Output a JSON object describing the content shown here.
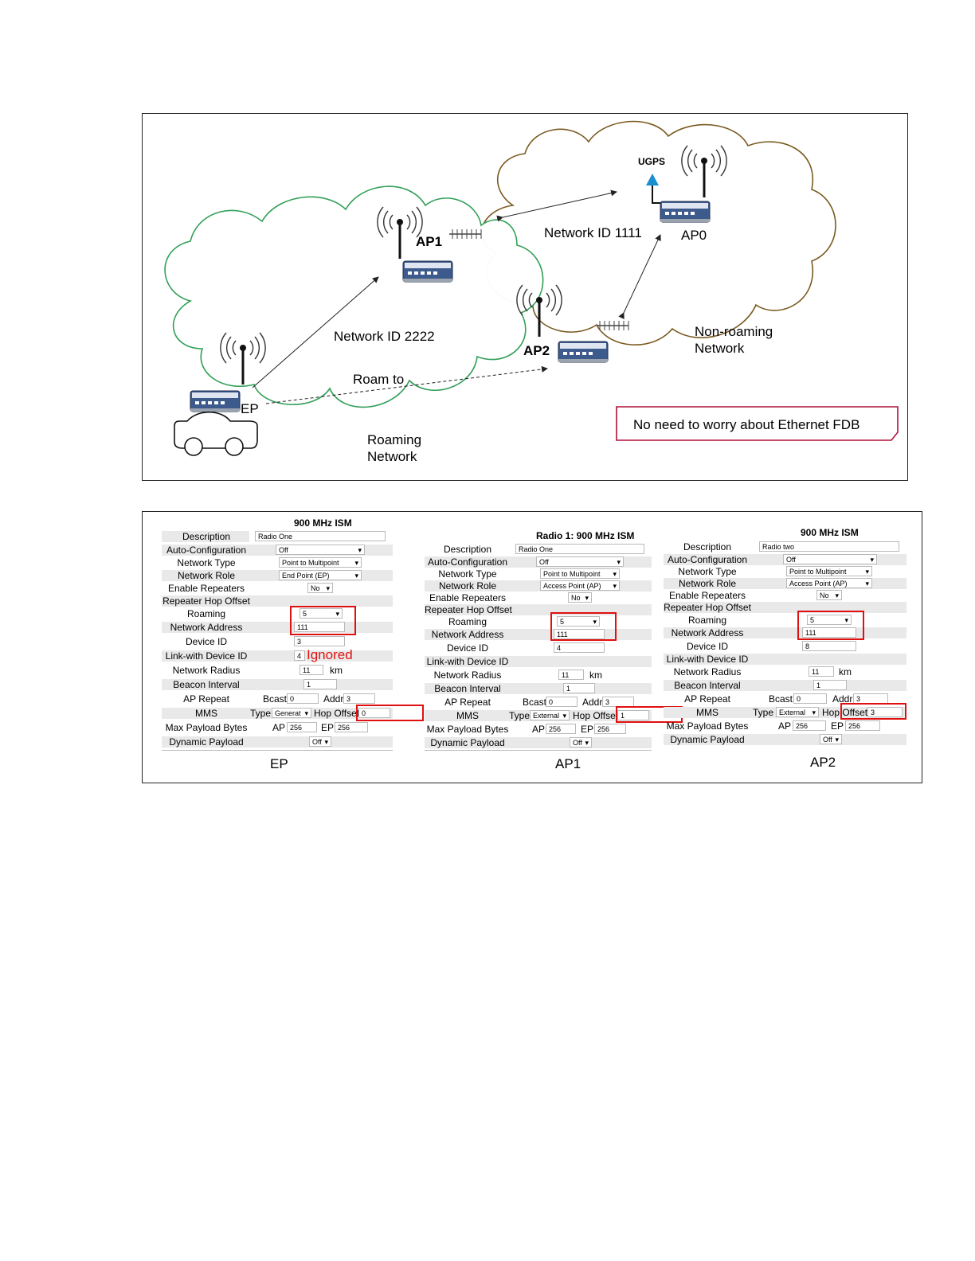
{
  "diagram": {
    "labels": {
      "ugps": "UGPS",
      "ap0": "AP0",
      "ap1": "AP1",
      "ap2": "AP2",
      "ep": "EP",
      "network_1111": "Network ID 1111",
      "network_2222": "Network ID 2222",
      "roam_to": "Roam to",
      "roaming_network_1": "Roaming",
      "roaming_network_2": "Network",
      "non_roaming_1": "Non-roaming",
      "non_roaming_2": "Network",
      "note": "No need to worry about Ethernet FDB"
    },
    "colors": {
      "roaming_cloud": "#2e9e55",
      "non_roaming_cloud": "#7a5a20",
      "note_border": "#b0103a",
      "ugps": "#1a8fd0"
    }
  },
  "panels": [
    {
      "id": "ep",
      "title": "900 MHz ISM",
      "caption": "EP",
      "labels": {
        "description": "Description",
        "auto_config": "Auto-Configuration",
        "network_type": "Network Type",
        "network_role": "Network Role",
        "enable_repeaters": "Enable Repeaters",
        "repeater_hop_offset": "Repeater Hop Offset",
        "roaming": "Roaming",
        "network_address": "Network Address",
        "device_id": "Device ID",
        "link_with_device_id": "Link-with Device ID",
        "network_radius": "Network Radius",
        "beacon_interval": "Beacon Interval",
        "ap_repeat": "AP Repeat",
        "mms": "MMS",
        "max_payload_bytes": "Max Payload Bytes",
        "dynamic_payload": "Dynamic Payload"
      },
      "values": {
        "description": "Radio One",
        "auto_config": "Off",
        "network_type": "Point to Multipoint",
        "network_role": "End Point (EP)",
        "enable_repeaters": "No",
        "roaming": "5",
        "network_address": "111",
        "device_id": "3",
        "link_with_device_id": "4",
        "link_note": "Ignored",
        "network_radius": "11",
        "radius_unit": "km",
        "beacon_interval": "1",
        "bcast_label": "Bcast",
        "bcast": "0",
        "addr_label": "Addr",
        "addr": "3",
        "type_label": "Type",
        "type": "Generat",
        "hop_offset_label": "Hop Offset",
        "hop_offset": "0",
        "ap_label": "AP",
        "ap_bytes": "256",
        "ep_label": "EP",
        "ep_bytes": "256",
        "dynamic_payload": "Off"
      }
    },
    {
      "id": "ap1",
      "title": "Radio 1: 900 MHz ISM",
      "caption": "AP1",
      "labels": {
        "description": "Description",
        "auto_config": "Auto-Configuration",
        "network_type": "Network Type",
        "network_role": "Network Role",
        "enable_repeaters": "Enable Repeaters",
        "repeater_hop_offset": "Repeater Hop Offset",
        "roaming": "Roaming",
        "network_address": "Network Address",
        "device_id": "Device ID",
        "link_with_device_id": "Link-with Device ID",
        "network_radius": "Network Radius",
        "beacon_interval": "Beacon Interval",
        "ap_repeat": "AP Repeat",
        "mms": "MMS",
        "max_payload_bytes": "Max Payload Bytes",
        "dynamic_payload": "Dynamic Payload"
      },
      "values": {
        "description": "Radio One",
        "auto_config": "Off",
        "network_type": "Point to Multipoint",
        "network_role": "Access Point (AP)",
        "enable_repeaters": "No",
        "roaming": "5",
        "network_address": "111",
        "device_id": "4",
        "network_radius": "11",
        "radius_unit": "km",
        "beacon_interval": "1",
        "bcast_label": "Bcast",
        "bcast": "0",
        "addr_label": "Addr",
        "addr": "3",
        "type_label": "Type",
        "type": "External",
        "hop_offset_label": "Hop Offset",
        "hop_offset": "1",
        "ap_label": "AP",
        "ap_bytes": "256",
        "ep_label": "EP",
        "ep_bytes": "256",
        "dynamic_payload": "Off"
      }
    },
    {
      "id": "ap2",
      "title": "900 MHz ISM",
      "caption": "AP2",
      "labels": {
        "description": "Description",
        "auto_config": "Auto-Configuration",
        "network_type": "Network Type",
        "network_role": "Network Role",
        "enable_repeaters": "Enable Repeaters",
        "repeater_hop_offset": "Repeater Hop Offset",
        "roaming": "Roaming",
        "network_address": "Network Address",
        "device_id": "Device ID",
        "link_with_device_id": "Link-with Device ID",
        "network_radius": "Network Radius",
        "beacon_interval": "Beacon Interval",
        "ap_repeat": "AP Repeat",
        "mms": "MMS",
        "max_payload_bytes": "Max Payload Bytes",
        "dynamic_payload": "Dynamic Payload"
      },
      "values": {
        "description": "Radio two",
        "auto_config": "Off",
        "network_type": "Point to Multipoint",
        "network_role": "Access Point (AP)",
        "enable_repeaters": "No",
        "roaming": "5",
        "network_address": "111",
        "device_id": "8",
        "network_radius": "11",
        "radius_unit": "km",
        "beacon_interval": "1",
        "bcast_label": "Bcast",
        "bcast": "0",
        "addr_label": "Addr",
        "addr": "3",
        "type_label": "Type",
        "type": "External",
        "hop_offset_label": "Hop Offset",
        "hop_offset": "3",
        "ap_label": "AP",
        "ap_bytes": "256",
        "ep_label": "EP",
        "ep_bytes": "256",
        "dynamic_payload": "Off"
      }
    }
  ]
}
